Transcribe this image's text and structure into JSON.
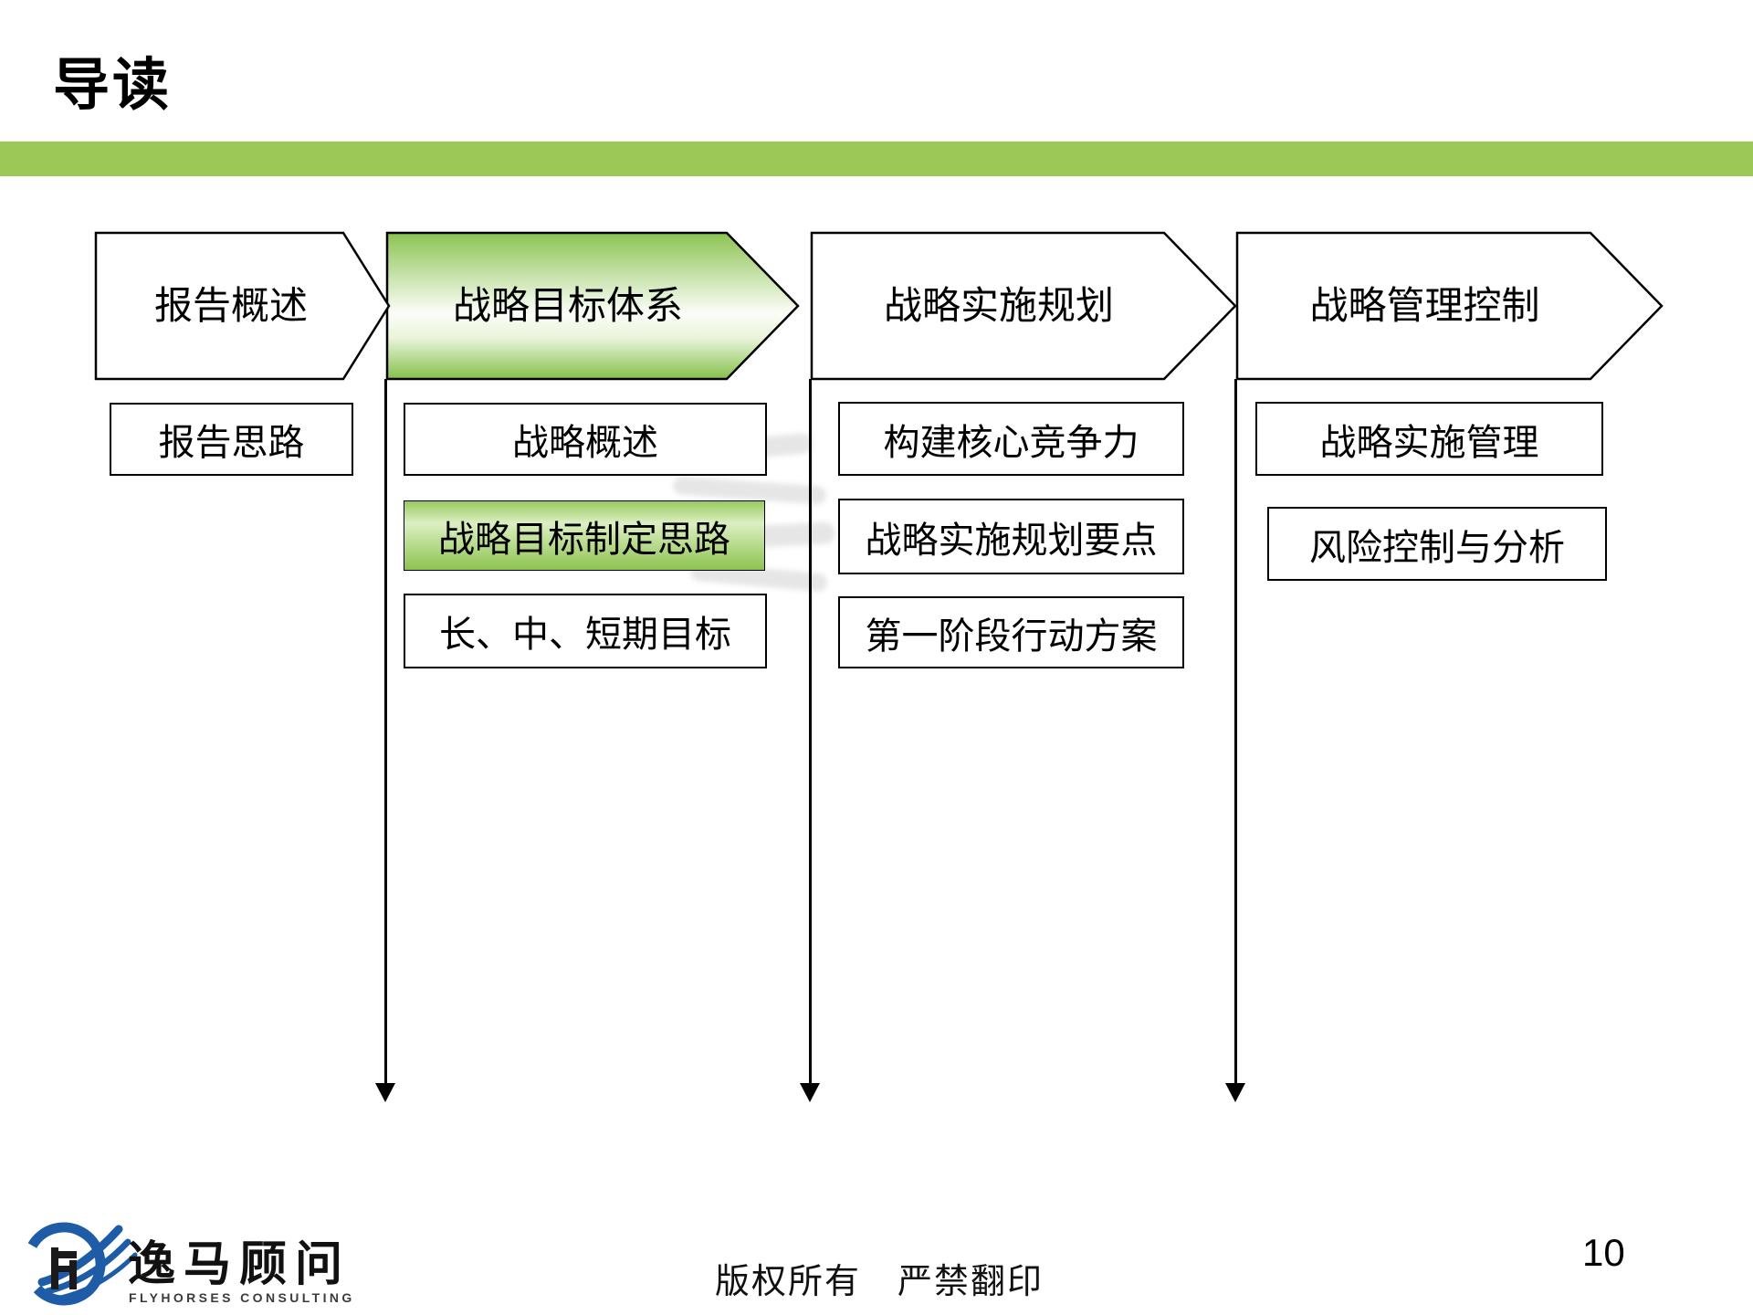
{
  "slide": {
    "title": "导读",
    "columns": [
      {
        "header": "报告概述",
        "highlighted": false,
        "arrow_line": false,
        "items": [
          {
            "label": "报告思路",
            "highlighted": false
          }
        ]
      },
      {
        "header": "战略目标体系",
        "highlighted": true,
        "arrow_line": true,
        "items": [
          {
            "label": "战略概述",
            "highlighted": false
          },
          {
            "label": "战略目标制定思路",
            "highlighted": true
          },
          {
            "label": "长、中、短期目标",
            "highlighted": false
          }
        ]
      },
      {
        "header": "战略实施规划",
        "highlighted": false,
        "arrow_line": true,
        "items": [
          {
            "label": "构建核心竞争力",
            "highlighted": false
          },
          {
            "label": "战略实施规划要点",
            "highlighted": false
          },
          {
            "label": "第一阶段行动方案",
            "highlighted": false
          }
        ]
      },
      {
        "header": "战略管理控制",
        "highlighted": false,
        "arrow_line": true,
        "items": [
          {
            "label": "战略实施管理",
            "highlighted": false
          },
          {
            "label": "风险控制与分析",
            "highlighted": false
          }
        ]
      }
    ],
    "footer": {
      "copyright": "版权所有　严禁翻印",
      "page_number": "10"
    },
    "logo": {
      "company": "逸马顾问",
      "tagline": "FLYHORSES CONSULTING"
    },
    "colors": {
      "accent_green": "#9aca55",
      "chevron_gradient_green": "#8cc352",
      "highlight_box_green": "#8dc351",
      "logo_blue": "#1e5ca8"
    }
  }
}
